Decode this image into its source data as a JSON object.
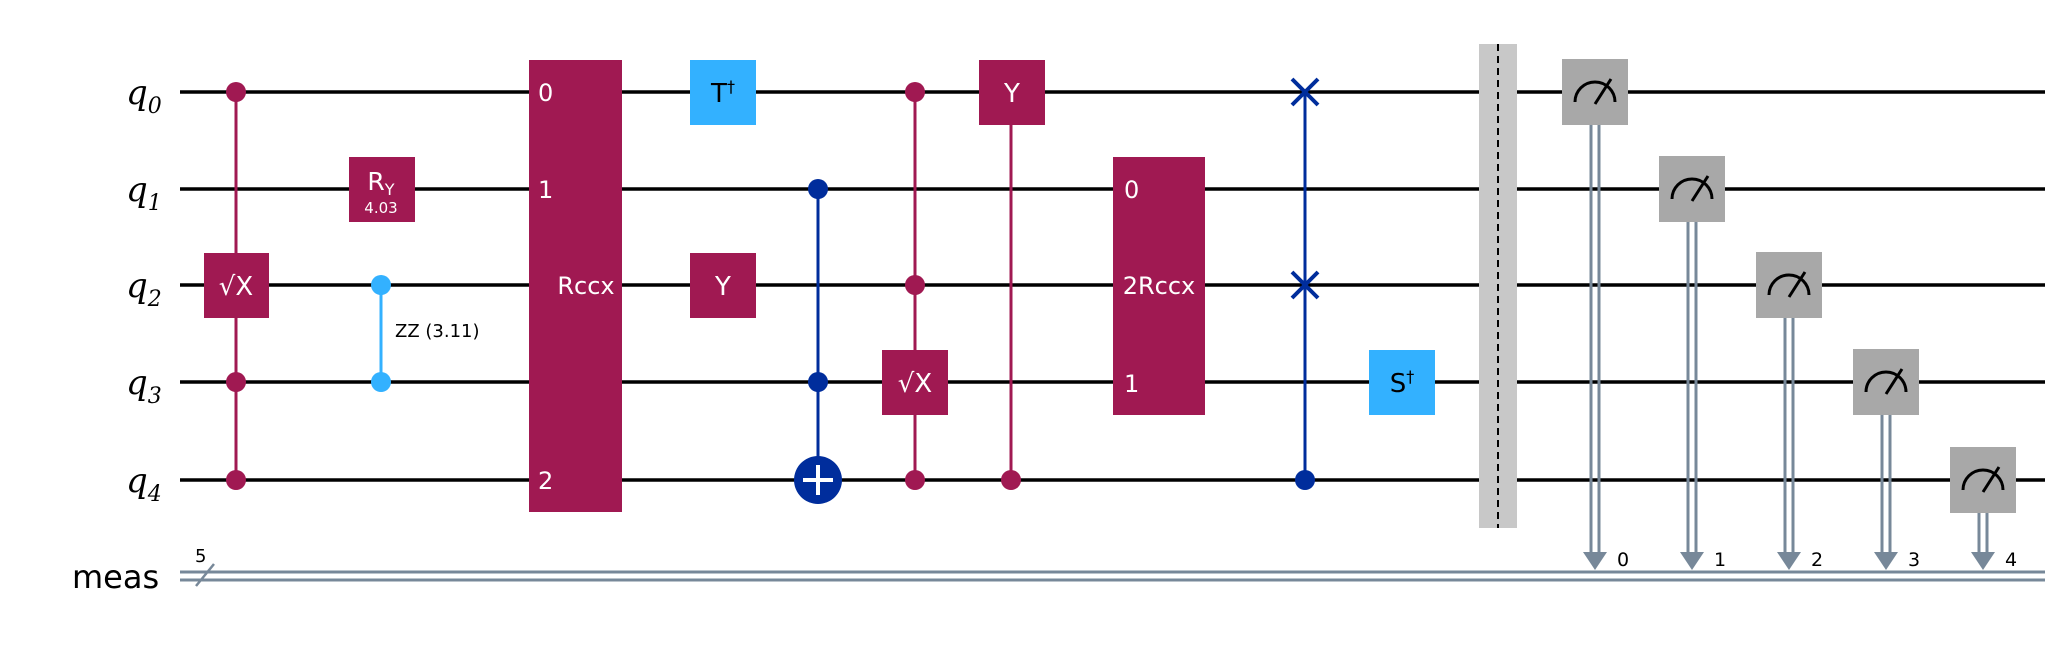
{
  "qubits": [
    {
      "name": "q",
      "index": "0"
    },
    {
      "name": "q",
      "index": "1"
    },
    {
      "name": "q",
      "index": "2"
    },
    {
      "name": "q",
      "index": "3"
    },
    {
      "name": "q",
      "index": "4"
    }
  ],
  "classical": {
    "name": "meas",
    "width": "5",
    "bits": [
      "0",
      "1",
      "2",
      "3",
      "4"
    ]
  },
  "gates": {
    "sx": "√X",
    "ry": {
      "base": "R",
      "sub": "Y",
      "param": "4.03"
    },
    "rzz": "ZZ (3.11)",
    "rccx": "Rccx",
    "rccx_ports": [
      "0",
      "1",
      "2"
    ],
    "rccx2": "2Rccx",
    "rccx2_ports": [
      "0",
      "1"
    ],
    "tdg": "T",
    "sdg": "S",
    "dagger": "†",
    "y": "Y"
  },
  "colors": {
    "magenta": "#a01952",
    "cyan": "#33b1ff",
    "navy": "#002d9c",
    "gray": "#a8a8a8",
    "barrier": "#c8c8c8",
    "classical": "#778899"
  }
}
